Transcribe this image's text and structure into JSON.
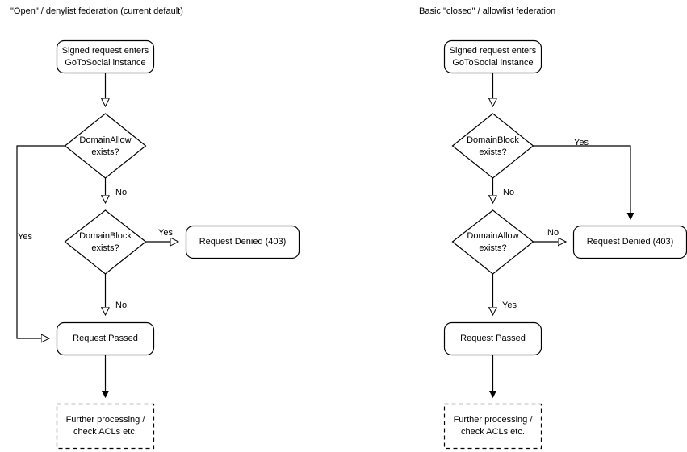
{
  "diagram": {
    "type": "flowchart",
    "background": "#ffffff",
    "stroke_color": "#000000",
    "text_color": "#000000",
    "charts": [
      {
        "id": "open-denylist",
        "title": "\"Open\" / denylist federation (current default)",
        "nodes": [
          {
            "id": "entry",
            "shape": "rounded-rect",
            "text": "Signed request enters\nGoToSocial instance"
          },
          {
            "id": "allow",
            "shape": "diamond",
            "text": "DomainAllow\nexists?"
          },
          {
            "id": "block",
            "shape": "diamond",
            "text": "DomainBlock\nexists?"
          },
          {
            "id": "denied",
            "shape": "rounded-rect",
            "text": "Request Denied (403)"
          },
          {
            "id": "passed",
            "shape": "rounded-rect",
            "text": "Request Passed"
          },
          {
            "id": "further",
            "shape": "dashed-rect",
            "text": "Further processing /\ncheck ACLs etc."
          }
        ],
        "edges": [
          {
            "from": "entry",
            "to": "allow",
            "label": ""
          },
          {
            "from": "allow",
            "to": "passed",
            "label": "Yes"
          },
          {
            "from": "allow",
            "to": "block",
            "label": "No"
          },
          {
            "from": "block",
            "to": "denied",
            "label": "Yes"
          },
          {
            "from": "block",
            "to": "passed",
            "label": "No"
          },
          {
            "from": "passed",
            "to": "further",
            "label": ""
          }
        ]
      },
      {
        "id": "closed-allowlist",
        "title": "Basic \"closed\" / allowlist federation",
        "nodes": [
          {
            "id": "entry",
            "shape": "rounded-rect",
            "text": "Signed request enters\nGoToSocial instance"
          },
          {
            "id": "block",
            "shape": "diamond",
            "text": "DomainBlock\nexists?"
          },
          {
            "id": "allow",
            "shape": "diamond",
            "text": "DomainAllow\nexists?"
          },
          {
            "id": "denied",
            "shape": "rounded-rect",
            "text": "Request Denied (403)"
          },
          {
            "id": "passed",
            "shape": "rounded-rect",
            "text": "Request Passed"
          },
          {
            "id": "further",
            "shape": "dashed-rect",
            "text": "Further processing /\ncheck ACLs etc."
          }
        ],
        "edges": [
          {
            "from": "entry",
            "to": "block",
            "label": ""
          },
          {
            "from": "block",
            "to": "denied",
            "label": "Yes"
          },
          {
            "from": "block",
            "to": "allow",
            "label": "No"
          },
          {
            "from": "allow",
            "to": "denied",
            "label": "No"
          },
          {
            "from": "allow",
            "to": "passed",
            "label": "Yes"
          },
          {
            "from": "passed",
            "to": "further",
            "label": ""
          }
        ]
      }
    ]
  },
  "labels": {
    "left": {
      "title": "\"Open\" / denylist federation (current default)",
      "entry": "Signed request enters\nGoToSocial instance",
      "allow": "DomainAllow\nexists?",
      "block": "DomainBlock\nexists?",
      "denied": "Request Denied (403)",
      "passed": "Request Passed",
      "further": "Further processing /\ncheck ACLs etc.",
      "edge_allow_yes": "Yes",
      "edge_allow_no": "No",
      "edge_block_yes": "Yes",
      "edge_block_no": "No"
    },
    "right": {
      "title": "Basic \"closed\" / allowlist federation",
      "entry": "Signed request enters\nGoToSocial instance",
      "block": "DomainBlock\nexists?",
      "allow": "DomainAllow\nexists?",
      "denied": "Request Denied (403)",
      "passed": "Request Passed",
      "further": "Further processing /\ncheck ACLs etc.",
      "edge_block_yes": "Yes",
      "edge_block_no": "No",
      "edge_allow_no": "No",
      "edge_allow_yes": "Yes"
    }
  }
}
